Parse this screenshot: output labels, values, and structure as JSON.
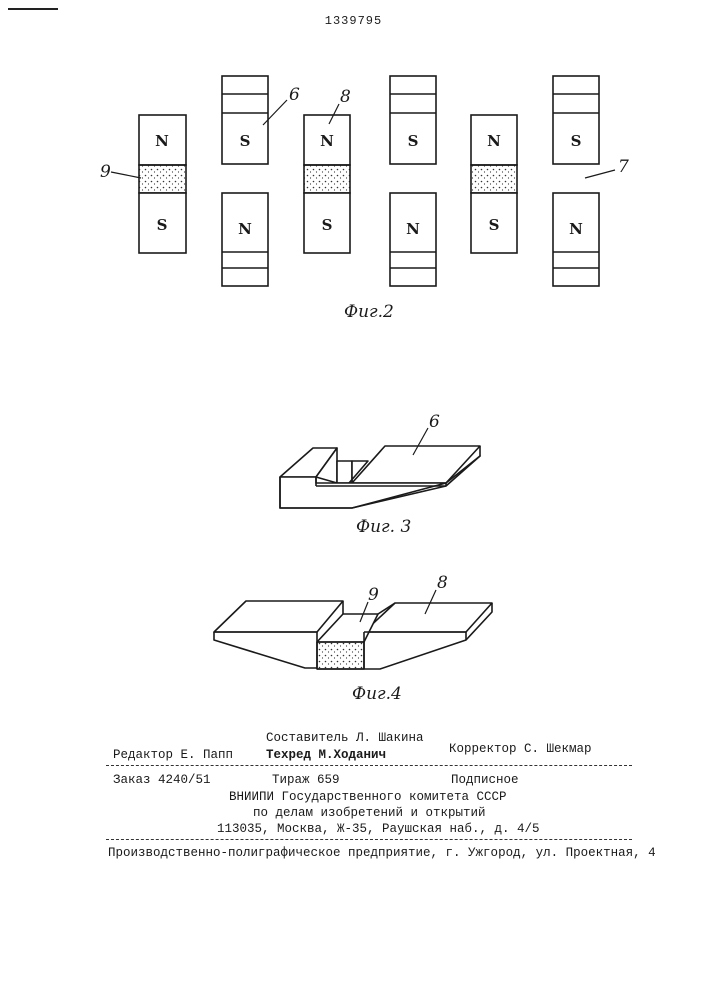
{
  "patent_number": "1339795",
  "fig2": {
    "caption": "Фиг.2",
    "callouts": {
      "ref6": "6",
      "ref8": "8",
      "ref7": "7",
      "ref9": "9"
    },
    "columns": [
      {
        "top": "N",
        "bottom": "S"
      },
      {
        "top": "S",
        "bottom": "N"
      },
      {
        "top": "N",
        "bottom": "S"
      },
      {
        "top": "S",
        "bottom": "N"
      },
      {
        "top": "N",
        "bottom": "S"
      },
      {
        "top": "S",
        "bottom": "N"
      }
    ]
  },
  "fig3": {
    "caption": "Фиг. 3",
    "callout": "6"
  },
  "fig4": {
    "caption": "Фиг.4",
    "callout_insert": "9",
    "callout_part": "8"
  },
  "imprint": {
    "compiler": "Составитель Л. Шакина",
    "editor": "Редактор Е. Папп",
    "techred": "Техред М.Ходанич",
    "corrector": "Корректор С. Шекмар",
    "order": "Заказ 4240/51",
    "circulation": "Тираж 659",
    "subscription": "Подписное",
    "org_line1": "ВНИИПИ Государственного комитета СССР",
    "org_line2": "по делам изобретений и открытий",
    "address": "113035, Москва, Ж-35, Раушская наб., д. 4/5",
    "printer": "Производственно-полиграфическое предприятие, г. Ужгород, ул. Проектная, 4"
  }
}
